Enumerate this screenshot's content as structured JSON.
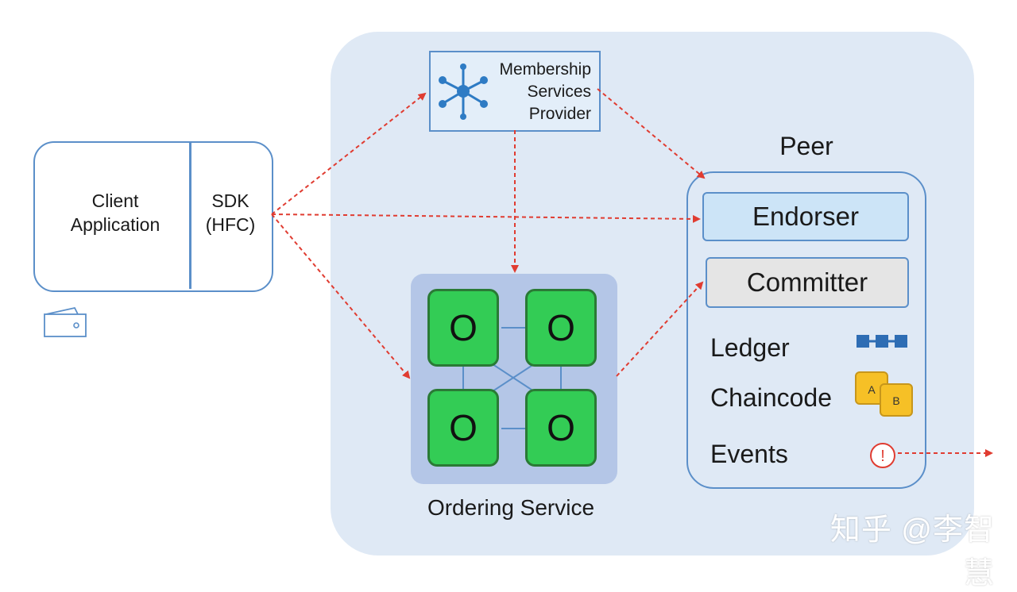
{
  "client": {
    "app_label_line1": "Client",
    "app_label_line2": "Application",
    "sdk_label_line1": "SDK",
    "sdk_label_line2": "(HFC)",
    "wallet_icon": "wallet-icon"
  },
  "msp": {
    "line1": "Membership",
    "line2": "Services",
    "line3": "Provider",
    "icon": "network-hub-icon"
  },
  "ordering": {
    "label": "Ordering Service",
    "nodes": [
      "O",
      "O",
      "O",
      "O"
    ]
  },
  "peer": {
    "title": "Peer",
    "endorser": "Endorser",
    "committer": "Committer",
    "ledger": "Ledger",
    "chaincode": "Chaincode",
    "events": "Events",
    "chaincode_icon_a": "A",
    "chaincode_icon_b": "B",
    "events_icon_glyph": "!"
  },
  "watermark": "知乎 @李智慧",
  "colors": {
    "network_bg": "#dfe9f5",
    "border_blue": "#5b8fc9",
    "orderer_green": "#33cc55",
    "arrow_red": "#e03c31",
    "endorser_fill": "#cce4f7",
    "chaincode_gold": "#f6c026"
  }
}
